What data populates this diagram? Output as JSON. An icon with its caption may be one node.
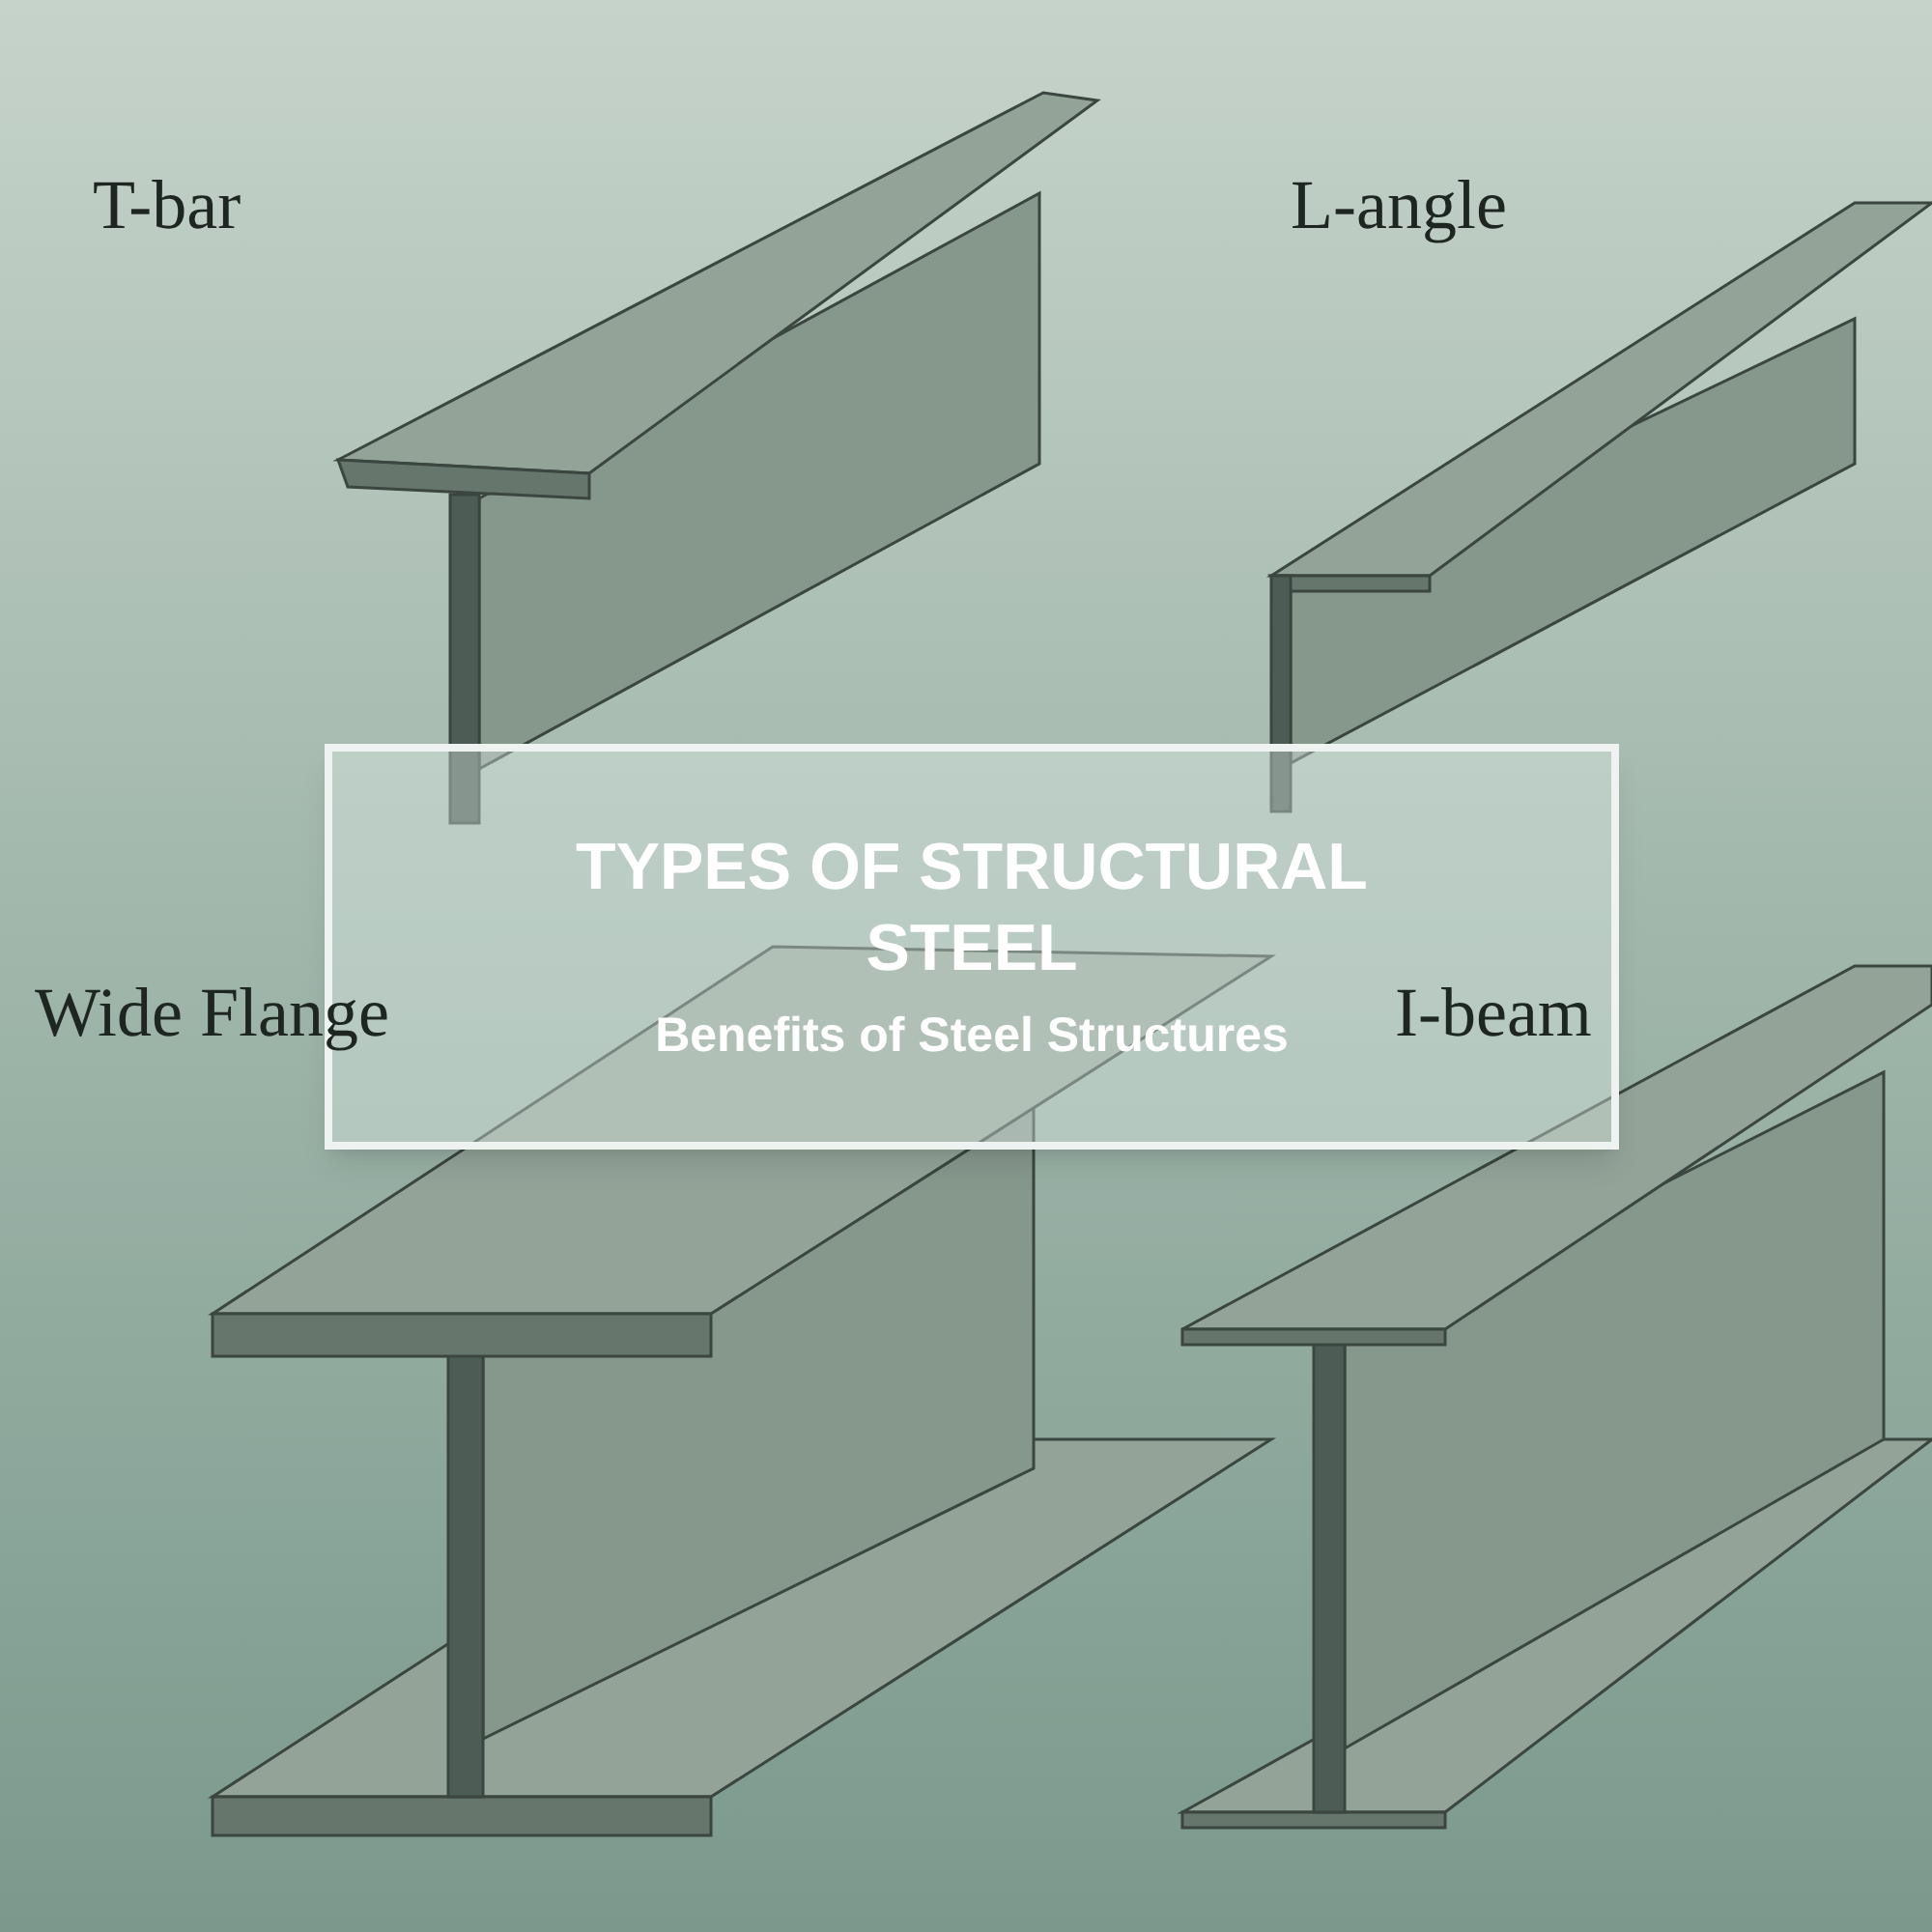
{
  "diagram": {
    "nodes": [
      {
        "text": [
          "TYPES OF STRUCTURAL STEEL",
          "Benefits of Steel Structures"
        ]
      }
    ],
    "labels": [
      "T-bar",
      "L-angle",
      "Wide Flange",
      "I-beam"
    ]
  }
}
